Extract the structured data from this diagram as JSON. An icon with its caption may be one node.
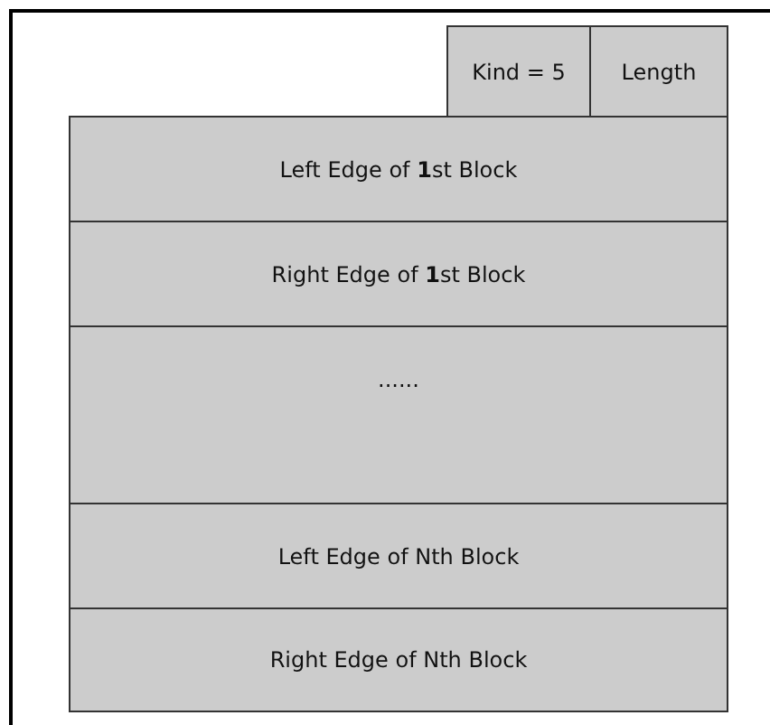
{
  "diagram": {
    "nodes": [
      {
        "text": [
          "Kind = 5"
        ]
      },
      {
        "text": [
          "Length"
        ]
      },
      {
        "text": [
          "Left Edge of **1**st Block"
        ]
      },
      {
        "text": [
          "Right Edge of **1**st Block"
        ]
      },
      {
        "text": [
          "......"
        ]
      },
      {
        "text": [
          "Left Edge of Nth Block"
        ]
      },
      {
        "text": [
          "Right Edge of Nth Block"
        ]
      }
    ]
  }
}
